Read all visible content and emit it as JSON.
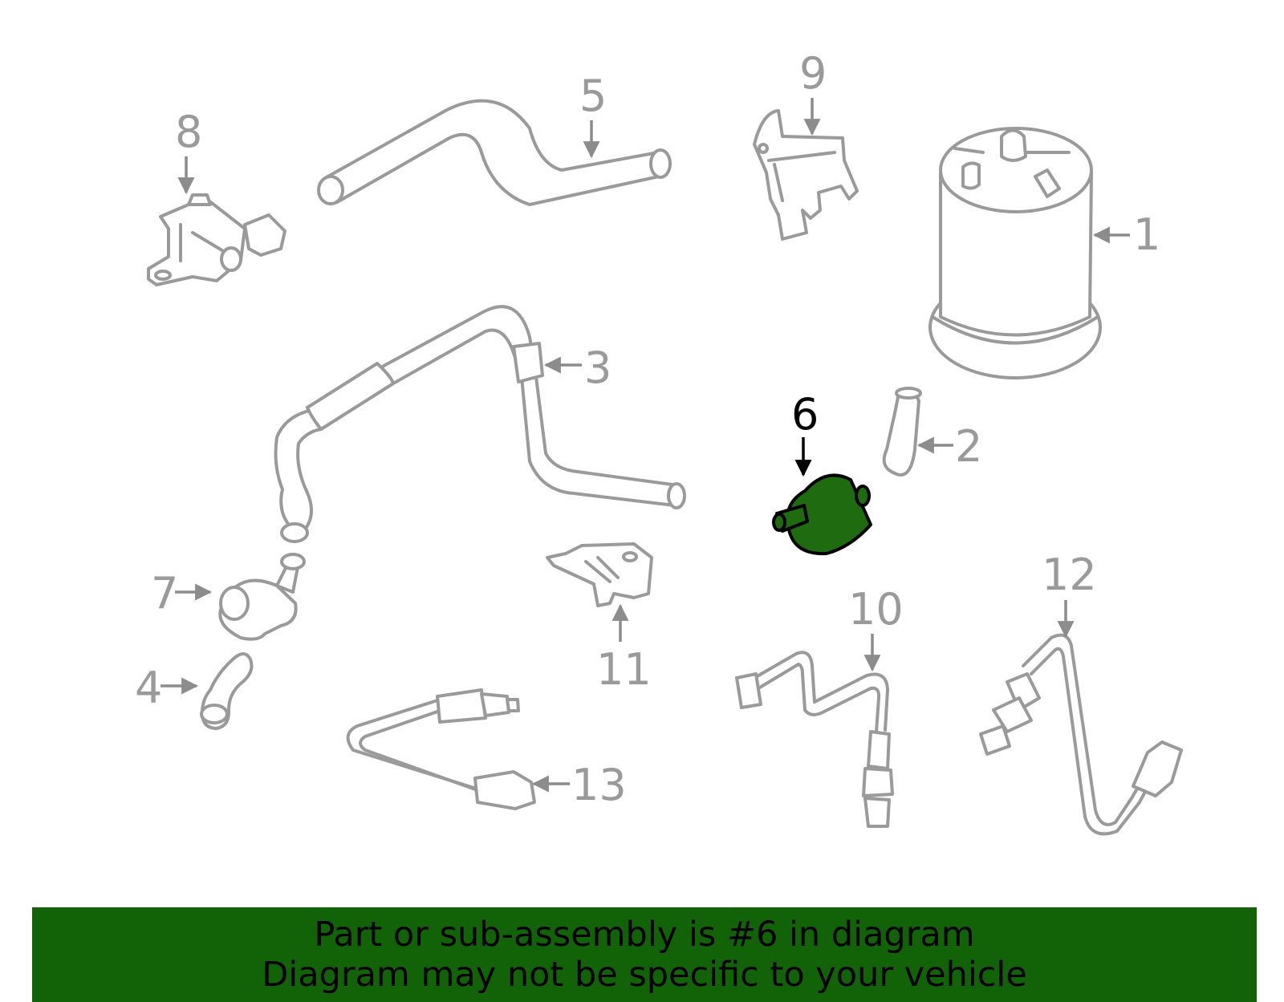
{
  "diagram": {
    "highlight_color": "#1e6b10",
    "line_color": "#9a9a9a",
    "callouts": [
      "1",
      "2",
      "3",
      "4",
      "5",
      "6",
      "7",
      "8",
      "9",
      "10",
      "11",
      "12",
      "13"
    ],
    "highlighted_part": "6"
  },
  "banner": {
    "background_color": "#126208",
    "line1": "Part or sub-assembly is #6 in diagram",
    "line2": "Diagram may not be specific to your vehicle"
  }
}
